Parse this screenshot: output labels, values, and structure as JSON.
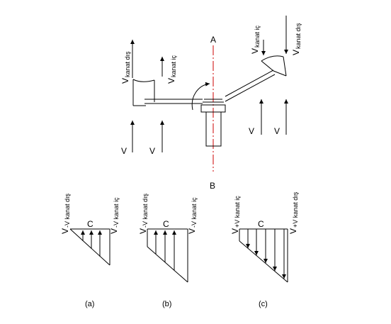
{
  "axis": {
    "top": "A",
    "bottom": "B"
  },
  "left_blade": {
    "wind_top": {
      "v": "V",
      "sub": "kanat dış"
    },
    "inner_top": {
      "v": "V",
      "sub": "kanat iç"
    },
    "wind_bottom_1": "V",
    "wind_bottom_2": "V"
  },
  "right_blade": {
    "inner_top": {
      "v": "V",
      "sub": "kanat iç"
    },
    "outer_top": {
      "v": "V",
      "sub": "kanat dış"
    },
    "wind_bottom_1": "V",
    "wind_bottom_2": "V"
  },
  "diagram_a": {
    "left": {
      "v": "V",
      "sub": "-V kanat dış"
    },
    "right": {
      "v": "V",
      "sub": "-V kanat iç"
    },
    "center": "C",
    "caption": "(a)"
  },
  "diagram_b": {
    "left": {
      "v": "V",
      "sub": "-V kanat dış"
    },
    "right": {
      "v": "V",
      "sub": "-V kanat iç"
    },
    "center": "C",
    "caption": "(b)"
  },
  "diagram_c": {
    "left": {
      "v": "V",
      "sub": "+V kanat iç"
    },
    "right": {
      "v": "V",
      "sub": "+V kanat dış"
    },
    "center": "C",
    "caption": "(c)"
  },
  "colors": {
    "axis": "#cc0000",
    "line": "#000000"
  }
}
